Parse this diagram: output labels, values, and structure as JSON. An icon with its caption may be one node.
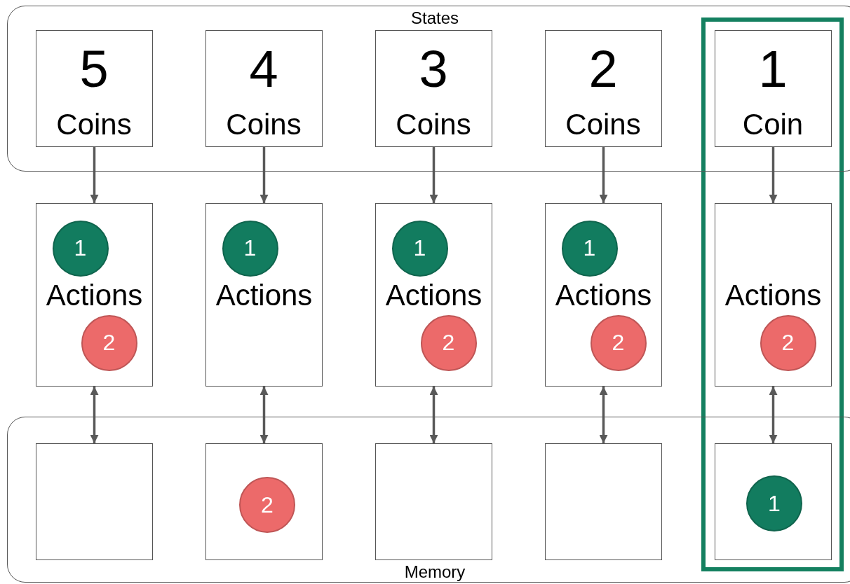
{
  "diagram": {
    "nodes": [
      {
        "text": [
          "States"
        ]
      },
      {
        "text": [
          "5",
          "Coins"
        ],
        "in": 0
      },
      {
        "text": [
          "4",
          "Coins"
        ],
        "in": 0
      },
      {
        "text": [
          "3",
          "Coins"
        ],
        "in": 0
      },
      {
        "text": [
          "2",
          "Coins"
        ],
        "in": 0
      },
      {
        "text": [
          "1",
          "Coin"
        ],
        "in": 0
      },
      {
        "text": [
          "Actions"
        ]
      },
      {
        "text": [
          "1"
        ],
        "in": 6
      },
      {
        "text": [
          "2"
        ],
        "in": 6
      },
      {
        "text": [
          "Actions"
        ]
      },
      {
        "text": [
          "1"
        ],
        "in": 9
      },
      {
        "text": [
          "Actions"
        ]
      },
      {
        "text": [
          "1"
        ],
        "in": 11
      },
      {
        "text": [
          "2"
        ],
        "in": 11
      },
      {
        "text": [
          "Actions"
        ]
      },
      {
        "text": [
          "1"
        ],
        "in": 14
      },
      {
        "text": [
          "2"
        ],
        "in": 14
      },
      {
        "text": [
          "Actions"
        ]
      },
      {
        "text": [
          "2"
        ],
        "in": 17
      },
      {
        "text": [
          "Memory"
        ]
      },
      {
        "text": [],
        "shape": "box",
        "in": 19
      },
      {
        "text": [],
        "shape": "box",
        "in": 19
      },
      {
        "text": [
          "2"
        ],
        "in": 21
      },
      {
        "text": [],
        "shape": "box",
        "in": 19
      },
      {
        "text": [],
        "shape": "box",
        "in": 19
      },
      {
        "text": [],
        "shape": "box",
        "in": 19
      },
      {
        "text": [
          "1"
        ],
        "in": 25
      }
    ],
    "edges": [
      {
        "from": 1,
        "to": 6,
        "arrow": "to"
      },
      {
        "from": 2,
        "to": 9,
        "arrow": "to"
      },
      {
        "from": 3,
        "to": 11,
        "arrow": "to"
      },
      {
        "from": 4,
        "to": 14,
        "arrow": "to"
      },
      {
        "from": 5,
        "to": 17,
        "arrow": "to"
      },
      {
        "from": 6,
        "to": 20,
        "arrow": "both"
      },
      {
        "from": 9,
        "to": 21,
        "arrow": "both"
      },
      {
        "from": 11,
        "to": 23,
        "arrow": "both"
      },
      {
        "from": 14,
        "to": 24,
        "arrow": "both"
      },
      {
        "from": 17,
        "to": 25,
        "arrow": "both"
      }
    ]
  }
}
